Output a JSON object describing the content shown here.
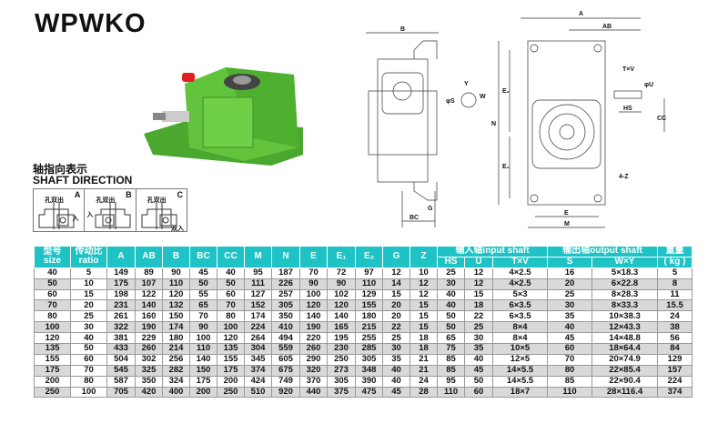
{
  "title": "WPWKO",
  "shaft_direction": {
    "title_cn": "轴指向表示",
    "title_en": "SHAFT DIRECTION",
    "options": [
      {
        "letter": "A",
        "hole": "孔双出",
        "input": "入"
      },
      {
        "letter": "B",
        "hole": "孔双出",
        "input": "入"
      },
      {
        "letter": "C",
        "hole": "孔双出",
        "input": "双入"
      }
    ]
  },
  "drawing_labels": {
    "A": "A",
    "AB": "AB",
    "B": "B",
    "BC": "BC",
    "G": "G",
    "Y": "Y",
    "W": "W",
    "S": "φS",
    "E": "E",
    "E1": "E₁",
    "E2": "E₂",
    "N": "N",
    "M": "M",
    "TV": "T×V",
    "U": "φU",
    "HS": "HS",
    "CC": "CC",
    "Z": "4-Z"
  },
  "table": {
    "headers": {
      "size_cn": "型号",
      "size_en": "size",
      "ratio_cn": "传动比",
      "ratio_en": "ratio",
      "A": "A",
      "AB": "AB",
      "B": "B",
      "BC": "BC",
      "CC": "CC",
      "M": "M",
      "N": "N",
      "E": "E",
      "E1": "E₁",
      "E2": "E₂",
      "G": "G",
      "Z": "Z",
      "input_shaft": "输入轴input shaft",
      "HS": "HS",
      "U": "U",
      "TV": "T×V",
      "output_shaft": "输出轴output shaft",
      "S": "S",
      "WY": "W×Y",
      "weight_cn": "重量",
      "weight_unit": "( kg )"
    },
    "rows": [
      [
        "40",
        "5",
        "149",
        "89",
        "90",
        "45",
        "40",
        "95",
        "187",
        "70",
        "72",
        "97",
        "12",
        "10",
        "25",
        "12",
        "4×2.5",
        "16",
        "5×18.3",
        "5"
      ],
      [
        "50",
        "10",
        "175",
        "107",
        "110",
        "50",
        "50",
        "111",
        "226",
        "90",
        "90",
        "110",
        "14",
        "12",
        "30",
        "12",
        "4×2.5",
        "20",
        "6×22.8",
        "8"
      ],
      [
        "60",
        "15",
        "198",
        "122",
        "120",
        "55",
        "60",
        "127",
        "257",
        "100",
        "102",
        "129",
        "15",
        "12",
        "40",
        "15",
        "5×3",
        "25",
        "8×28.3",
        "11"
      ],
      [
        "70",
        "20",
        "231",
        "140",
        "132",
        "65",
        "70",
        "152",
        "305",
        "120",
        "120",
        "155",
        "20",
        "15",
        "40",
        "18",
        "6×3.5",
        "30",
        "8×33.3",
        "15.5"
      ],
      [
        "80",
        "25",
        "261",
        "160",
        "150",
        "70",
        "80",
        "174",
        "350",
        "140",
        "140",
        "180",
        "20",
        "15",
        "50",
        "22",
        "6×3.5",
        "35",
        "10×38.3",
        "24"
      ],
      [
        "100",
        "30",
        "322",
        "190",
        "174",
        "90",
        "100",
        "224",
        "410",
        "190",
        "165",
        "215",
        "22",
        "15",
        "50",
        "25",
        "8×4",
        "40",
        "12×43.3",
        "38"
      ],
      [
        "120",
        "40",
        "381",
        "229",
        "180",
        "100",
        "120",
        "264",
        "494",
        "220",
        "195",
        "255",
        "25",
        "18",
        "65",
        "30",
        "8×4",
        "45",
        "14×48.8",
        "56"
      ],
      [
        "135",
        "50",
        "433",
        "260",
        "214",
        "110",
        "135",
        "304",
        "559",
        "260",
        "230",
        "285",
        "30",
        "18",
        "75",
        "35",
        "10×5",
        "60",
        "18×64.4",
        "84"
      ],
      [
        "155",
        "60",
        "504",
        "302",
        "256",
        "140",
        "155",
        "345",
        "605",
        "290",
        "250",
        "305",
        "35",
        "21",
        "85",
        "40",
        "12×5",
        "70",
        "20×74.9",
        "129"
      ],
      [
        "175",
        "70",
        "545",
        "325",
        "282",
        "150",
        "175",
        "374",
        "675",
        "320",
        "273",
        "348",
        "40",
        "21",
        "85",
        "45",
        "14×5.5",
        "80",
        "22×85.4",
        "157"
      ],
      [
        "200",
        "80",
        "587",
        "350",
        "324",
        "175",
        "200",
        "424",
        "749",
        "370",
        "305",
        "390",
        "40",
        "24",
        "95",
        "50",
        "14×5.5",
        "85",
        "22×90.4",
        "224"
      ],
      [
        "250",
        "100",
        "705",
        "420",
        "400",
        "200",
        "250",
        "510",
        "920",
        "440",
        "375",
        "475",
        "45",
        "28",
        "110",
        "60",
        "18×7",
        "110",
        "28×116.4",
        "374"
      ]
    ]
  },
  "colors": {
    "header": "#1fc3c6",
    "body_green": "#5cbf3a",
    "cap_red": "#e02020"
  }
}
